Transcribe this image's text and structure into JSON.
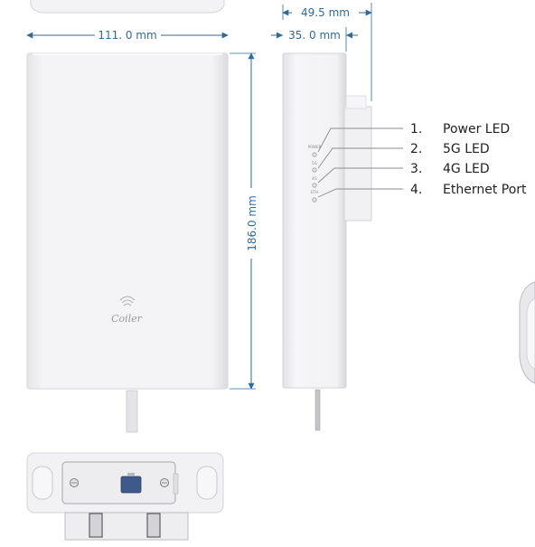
{
  "dimensions": {
    "front_width": "111. 0 mm",
    "front_height": "186.0 mm",
    "side_total_depth": "49.5 mm",
    "side_body_depth": "35. 0 mm"
  },
  "brand": {
    "logo_text": "Coiler"
  },
  "led_labels": [
    "POWER",
    "5G",
    "4G",
    "ETH"
  ],
  "legend": {
    "items": [
      {
        "number": "1.",
        "label": "Power LED"
      },
      {
        "number": "2.",
        "label": "5G LED"
      },
      {
        "number": "3.",
        "label": "4G LED"
      },
      {
        "number": "4.",
        "label": "Ethernet Port"
      }
    ]
  },
  "colors": {
    "dimension_line": "#2f6a9c",
    "device_body": "#f1f1f3",
    "device_edge": "#d6d6d9",
    "port": "#3d5a8a"
  }
}
